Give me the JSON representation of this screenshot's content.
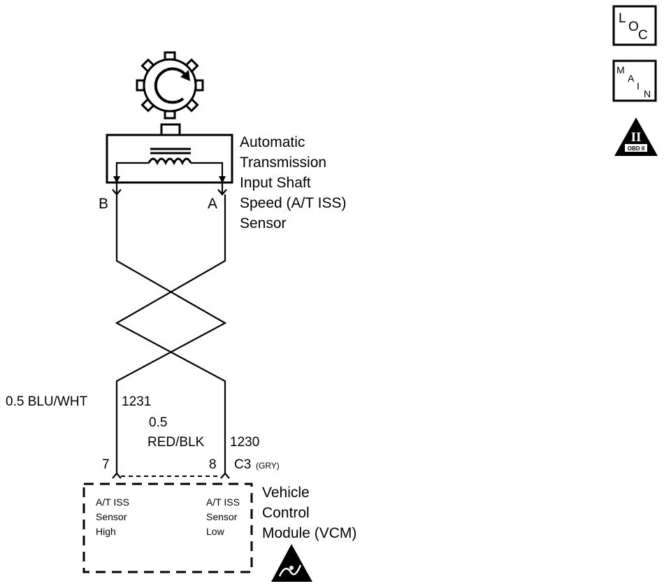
{
  "sensor": {
    "name_lines": [
      "Automatic",
      "Transmission",
      "Input Shaft",
      "Speed (A/T ISS)",
      "Sensor"
    ],
    "pin_b": "B",
    "pin_a": "A"
  },
  "wires": {
    "left_label": "0.5 BLU/WHT",
    "left_circuit": "1231",
    "right_size": "0.5",
    "right_color": "RED/BLK",
    "right_circuit": "1230"
  },
  "connector": {
    "pin_left": "7",
    "pin_right": "8",
    "name": "C3",
    "color": "(GRY)"
  },
  "module": {
    "name_lines": [
      "Vehicle",
      "Control",
      "Module (VCM)"
    ],
    "input_high_lines": [
      "A/T ISS",
      "Sensor",
      "High"
    ],
    "input_low_lines": [
      "A/T ISS",
      "Sensor",
      "Low"
    ]
  },
  "icons": {
    "loc_letters": [
      "L",
      "O",
      "C"
    ],
    "main_letters": [
      "M",
      "A",
      "I",
      "N"
    ],
    "obd_numeral": "II",
    "obd_text": "OBD II"
  }
}
